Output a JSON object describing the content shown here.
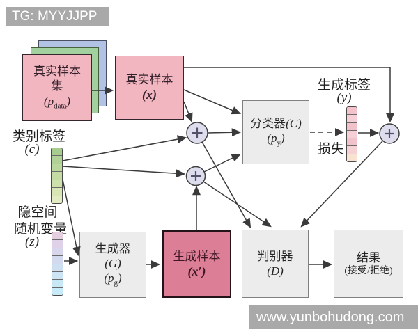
{
  "watermarks": {
    "top": "TG: MYYJJPP",
    "bottom": "www.yunbohudong.com"
  },
  "nodes": {
    "real_sample_set": {
      "line1": "真实样本",
      "line2": "集",
      "dist_open": "(p",
      "dist_sub": "data",
      "dist_close": ")"
    },
    "real_sample": {
      "label": "真实样本",
      "var": "(x)"
    },
    "classifier": {
      "label": "分类器",
      "var": "(C)",
      "dist_open": "(p",
      "dist_sub": "y",
      "dist_close": ")"
    },
    "generator": {
      "label": "生成器",
      "var": "(G)",
      "dist_open": "(p",
      "dist_sub": "g",
      "dist_close": ")"
    },
    "generated_sample": {
      "label": "生成样本",
      "var": "(x′)"
    },
    "discriminator": {
      "label": "判别器",
      "var": "(D)"
    },
    "result": {
      "label": "结果",
      "sub": "(接受/拒绝)"
    },
    "class_label": {
      "label": "类别标签",
      "var": "(c)"
    },
    "latent": {
      "line1": "隐空间",
      "line2": "随机变量",
      "var": "(z)"
    },
    "generated_label": {
      "label": "生成标签",
      "var": "(y)"
    },
    "loss_label": "损失"
  },
  "icons": {
    "sum_node": "circle-plus"
  },
  "colors": {
    "real_pink": "#f2b6c0",
    "generated_rose": "#dc7e95",
    "back_green": "#a2d09e",
    "back_blue": "#b2c2e5",
    "gray_box": "#ececec",
    "watermark_gray": "#a9a9a9",
    "sum_node_fill": "#deddee",
    "line": "#3a3a3a"
  },
  "styles": {
    "back_blue": "background:#b2c2e5",
    "back_green": "background:#a2d09e",
    "real_set": "background:#f2b6c0",
    "real_sample": "background:#f2b6c0",
    "gen_sample": "background:#dc7e95"
  },
  "stacks": {
    "class_cell_styles": [
      "background:#a6cd8f",
      "background:#b0d296",
      "background:#bad79d",
      "background:#c4dba3",
      "background:#cee0ab",
      "background:#d8e5b5",
      "background:#e3ebc2"
    ],
    "latent_cell_styles": [
      "background:#e5cee0",
      "background:#ded1e8",
      "background:#d8d6ed",
      "background:#d3daf0",
      "background:#cfdff2",
      "background:#cce4f4",
      "background:#c9e8f6",
      "background:#c7ebf8"
    ],
    "label_cell_styles": [
      "background:#f3c2cb",
      "background:#f6ced5",
      "background:#f2c2cb",
      "background:#f6ced5",
      "background:#f2c2cb",
      "background:#f6d1d3",
      "background:#f8e2d2"
    ]
  }
}
